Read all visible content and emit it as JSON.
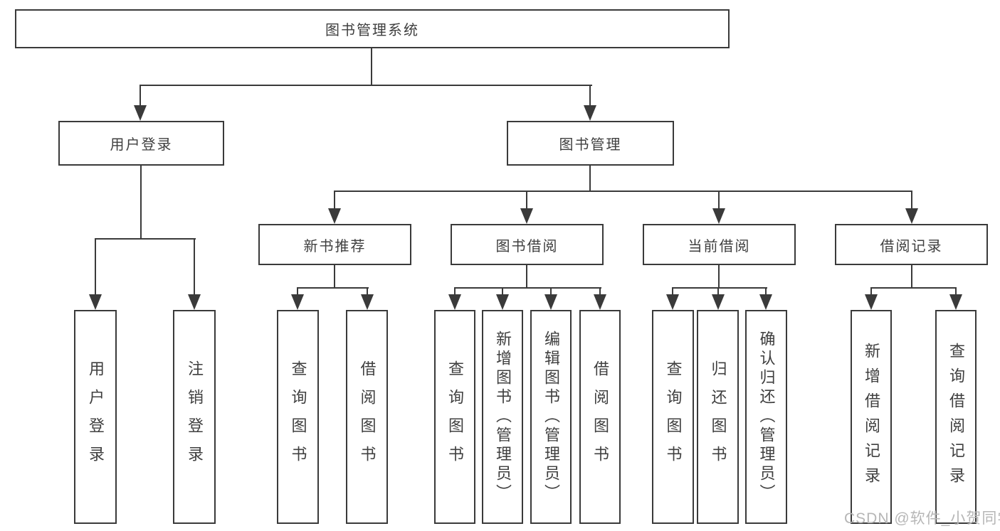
{
  "diagram": {
    "tree": {
      "root": {
        "label": "图书管理系统"
      },
      "user_login": {
        "label": "用户登录",
        "children": {
          "login": {
            "label": "用户登录"
          },
          "logout": {
            "label": "注销登录"
          }
        }
      },
      "book_management": {
        "label": "图书管理",
        "children": {
          "new_book_recommend": {
            "label": "新书推荐",
            "children": {
              "query_book": {
                "label": "查询图书"
              },
              "borrow_book": {
                "label": "借阅图书"
              }
            }
          },
          "book_borrow": {
            "label": "图书借阅",
            "children": {
              "query_book": {
                "label": "查询图书"
              },
              "add_book": {
                "label": "新增图书（管理员）"
              },
              "edit_book": {
                "label": "编辑图书（管理员）"
              },
              "borrow_book": {
                "label": "借阅图书"
              }
            }
          },
          "current_borrow": {
            "label": "当前借阅",
            "children": {
              "query_book": {
                "label": "查询图书"
              },
              "return_book": {
                "label": "归还图书"
              },
              "confirm_return": {
                "label": "确认归还（管理员）"
              }
            }
          },
          "borrow_record": {
            "label": "借阅记录",
            "children": {
              "add_record": {
                "label": "新增借阅记录"
              },
              "query_record": {
                "label": "查询借阅记录"
              }
            }
          }
        }
      }
    },
    "colors": {
      "line": "#3a3a3a",
      "text": "#3f3f3f",
      "box_background": "#ffffff",
      "page_background": "#ffffff",
      "watermark": "#b6b6b6"
    }
  },
  "watermark": {
    "text": "CSDN @软件_小贺同学"
  }
}
